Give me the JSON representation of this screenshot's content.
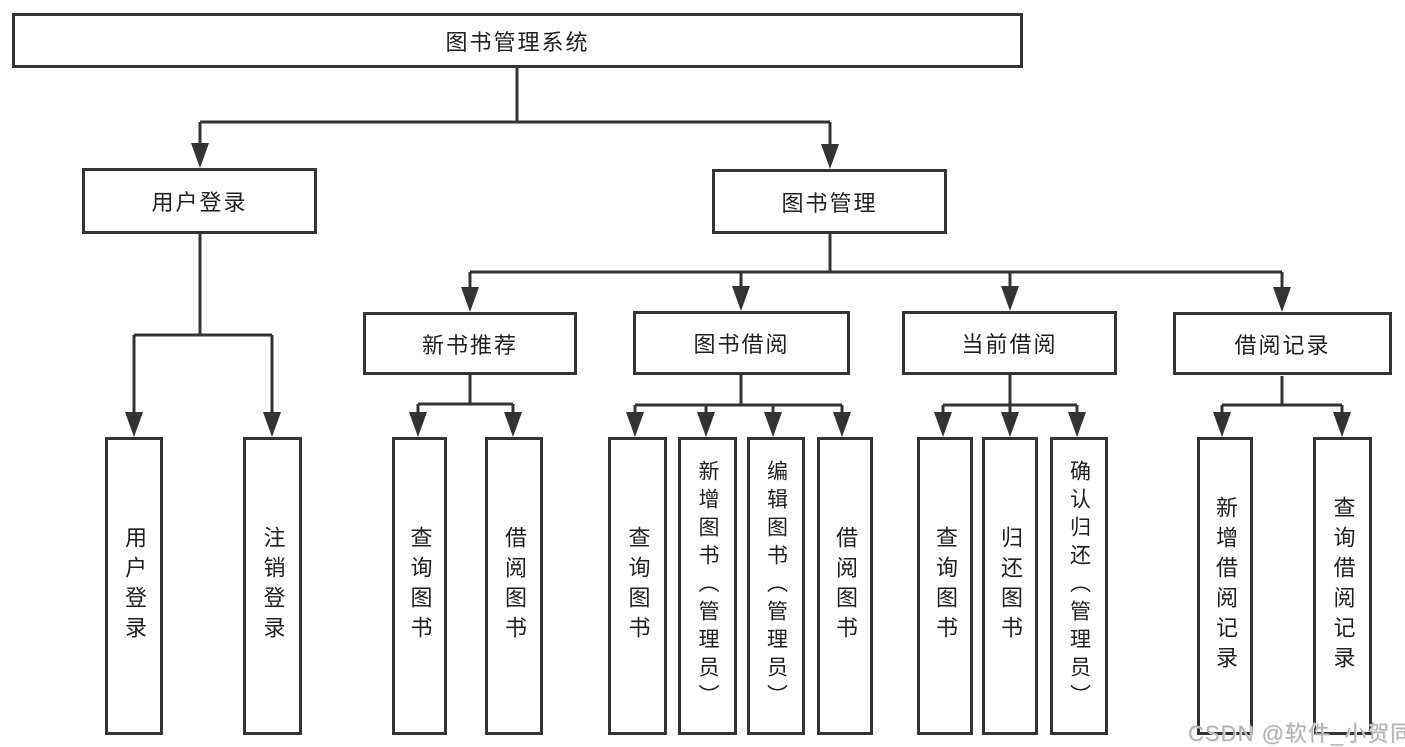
{
  "diagram": {
    "title": "图书管理系统",
    "level2": {
      "user_login": "用户登录",
      "book_management": "图书管理"
    },
    "level3": {
      "new_book": "新书推荐",
      "book_borrow": "图书借阅",
      "current_borrow": "当前借阅",
      "borrow_record": "借阅记录"
    },
    "leaves": {
      "user_login": [
        "用户登录",
        "注销登录"
      ],
      "new_book": [
        "查询图书",
        "借阅图书"
      ],
      "book_borrow": [
        "查询图书",
        "新增图书（管理员）",
        "编辑图书（管理员）",
        "借阅图书"
      ],
      "current_borrow": [
        "查询图书",
        "归还图书",
        "确认归还（管理员）"
      ],
      "borrow_record": [
        "新增借阅记录",
        "查询借阅记录"
      ]
    }
  },
  "watermark": {
    "text": "CSDN @软件_小贺同学"
  },
  "colors": {
    "line": "#333333",
    "text": "#1f1f1f",
    "watermark": "#b3b3b3",
    "background": "#ffffff"
  }
}
